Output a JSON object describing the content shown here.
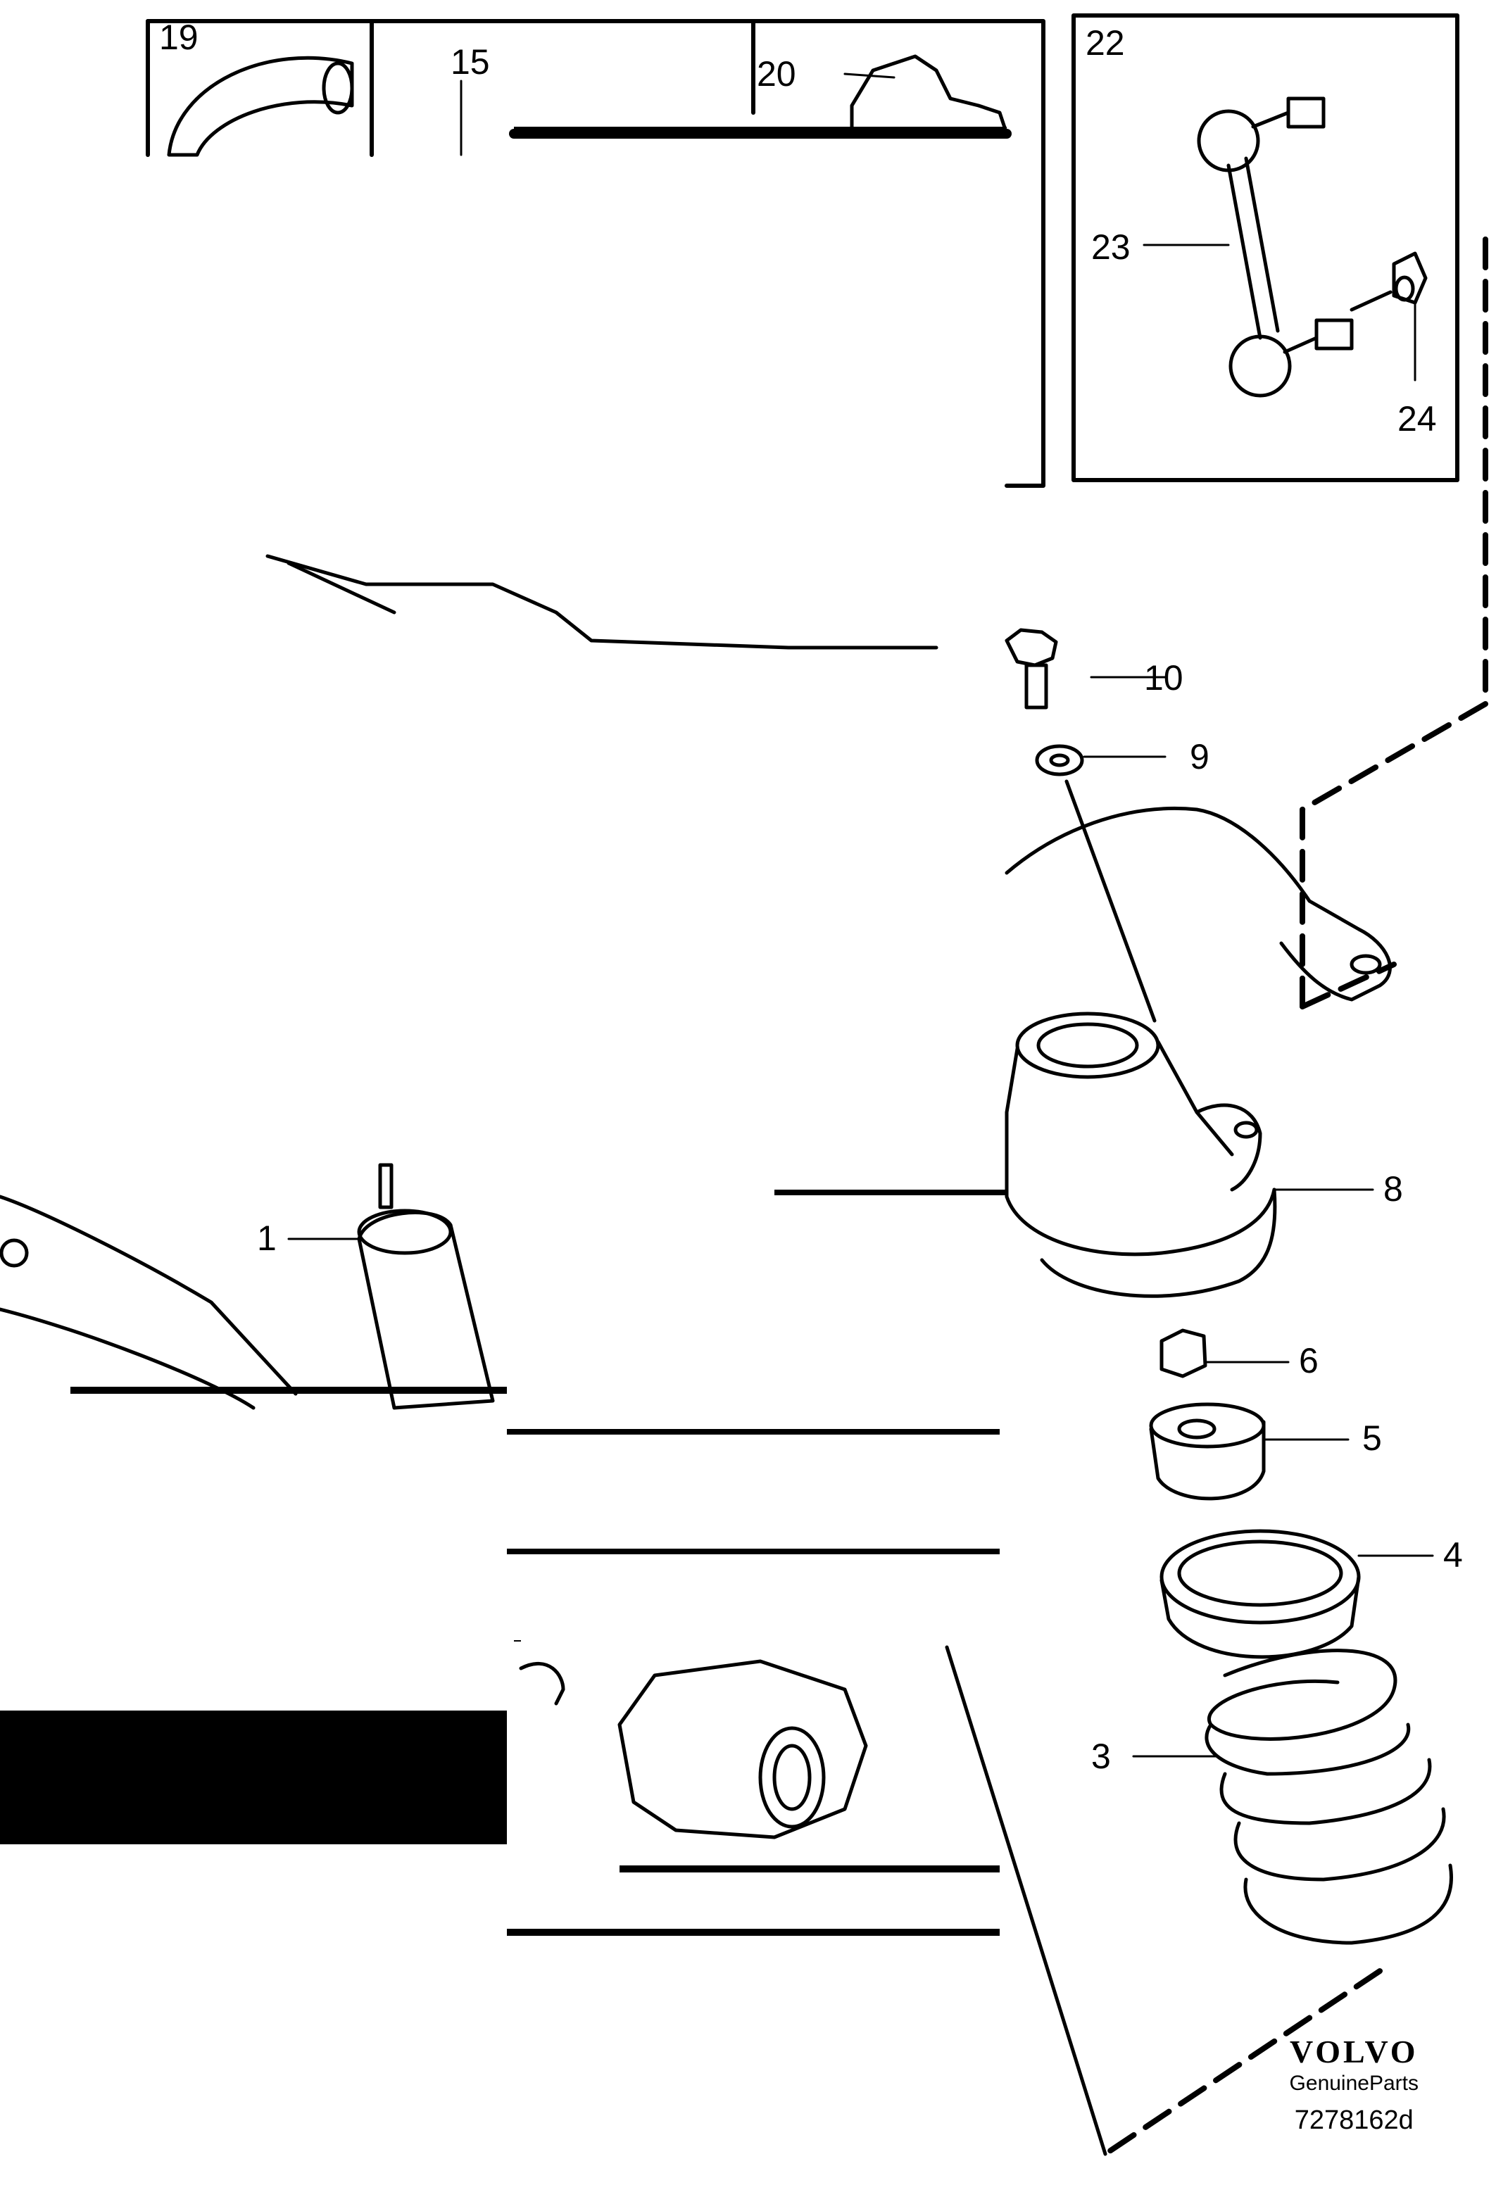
{
  "callouts": {
    "c1": "1",
    "c3": "3",
    "c4": "4",
    "c5": "5",
    "c6": "6",
    "c8": "8",
    "c9": "9",
    "c10": "10",
    "c15": "15",
    "c19": "19",
    "c20": "20",
    "c22": "22",
    "c23": "23",
    "c24": "24"
  },
  "brand": {
    "logo": "VOLVO",
    "sub": "GenuineParts",
    "code": "7278162d"
  }
}
